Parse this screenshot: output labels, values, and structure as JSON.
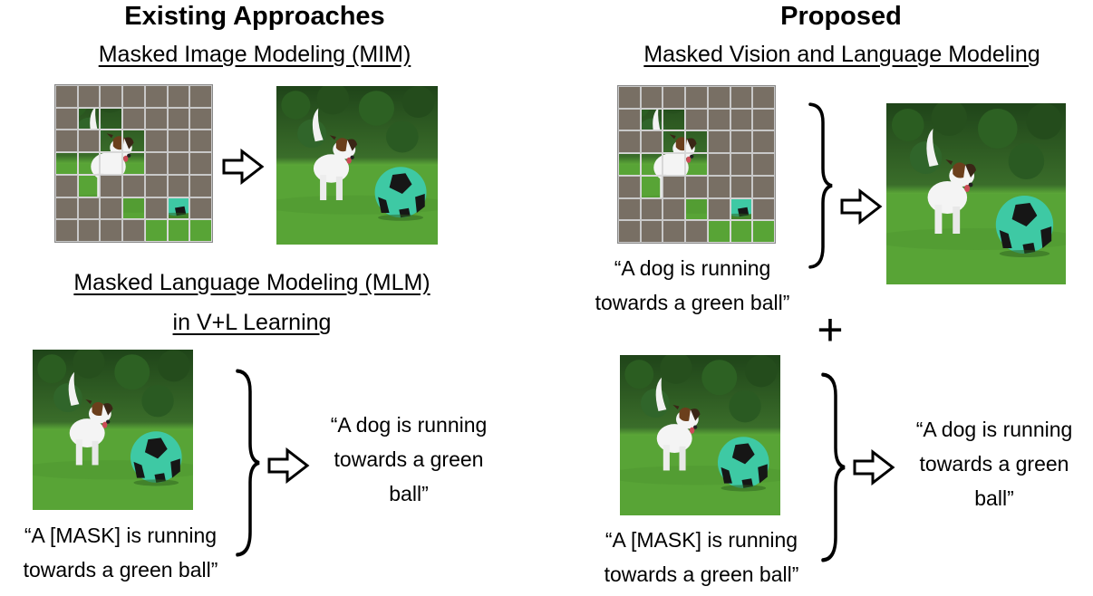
{
  "left": {
    "title": "Existing Approaches",
    "mim": {
      "heading": "Masked Image Modeling (MIM)"
    },
    "mlm": {
      "heading_line1": "Masked Language Modeling (MLM)",
      "heading_line2": "in V+L Learning",
      "masked_caption_line1": "“A [MASK] is running",
      "masked_caption_line2": "towards a green ball”",
      "output_line1": "“A dog is running",
      "output_line2": "towards a green",
      "output_line3": "ball”"
    }
  },
  "right": {
    "title": "Proposed",
    "heading": "Masked Vision and Language Modeling",
    "top_caption_line1": "“A dog is running",
    "top_caption_line2": "towards a green ball”",
    "plus": "+",
    "masked_caption_line1": "“A [MASK] is running",
    "masked_caption_line2": "towards a green ball”",
    "output_line1": "“A dog is running",
    "output_line2": "towards a green",
    "output_line3": "ball”"
  },
  "colors": {
    "mask_patch": "#786f64",
    "grass": "#5aa534",
    "hedge": "#2f5a22",
    "ball": "#3ec9a4"
  },
  "icons": [
    "right-arrow-icon",
    "right-brace-icon",
    "plus-icon"
  ]
}
